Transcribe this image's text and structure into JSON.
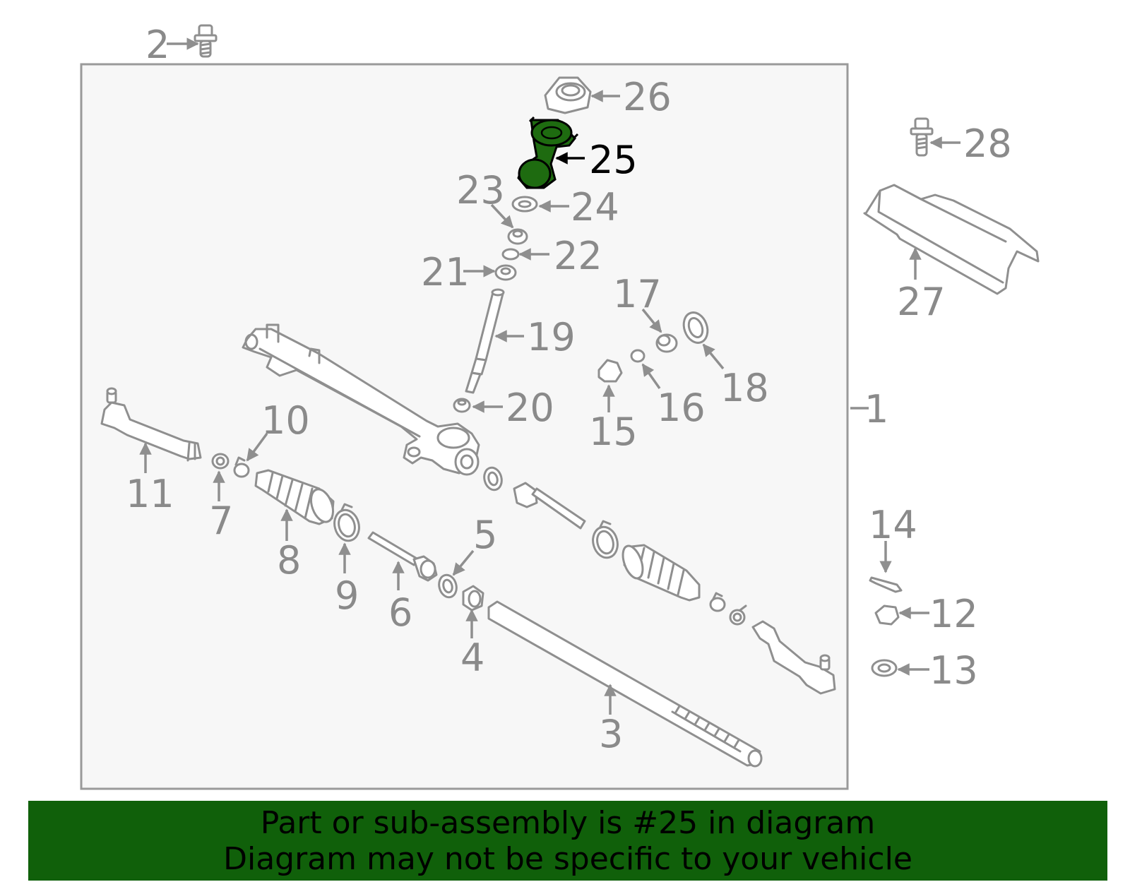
{
  "colors": {
    "highlight_part": "#1e6b10",
    "banner_bg": "#10600a",
    "outline": "#8f8f8f",
    "panel_bg": "#f7f7f7",
    "label_gray": "#8a8a8a"
  },
  "diagram": {
    "highlighted_callout": "25",
    "callouts": {
      "c1": "1",
      "c2": "2",
      "c3": "3",
      "c4": "4",
      "c5": "5",
      "c6": "6",
      "c7": "7",
      "c8": "8",
      "c9": "9",
      "c10": "10",
      "c11": "11",
      "c12": "12",
      "c13": "13",
      "c14": "14",
      "c15": "15",
      "c16": "16",
      "c17": "17",
      "c18": "18",
      "c19": "19",
      "c20": "20",
      "c21": "21",
      "c22": "22",
      "c23": "23",
      "c24": "24",
      "c25": "25",
      "c26": "26",
      "c27": "27",
      "c28": "28"
    }
  },
  "banner": {
    "line1": "Part or sub-assembly is #25 in diagram",
    "line2": "Diagram may not be specific to your vehicle"
  }
}
